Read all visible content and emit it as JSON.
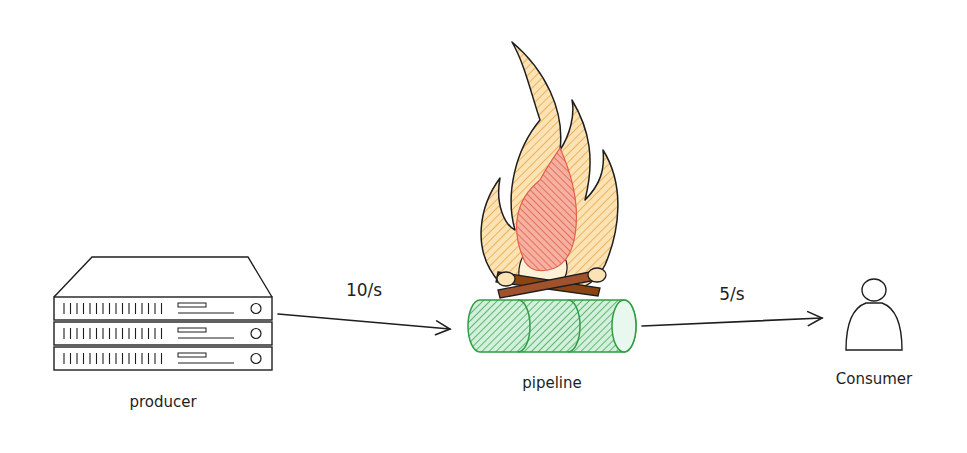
{
  "diagram": {
    "nodes": [
      {
        "text": [
          "producer"
        ]
      },
      {
        "text": [
          "pipeline"
        ]
      },
      {
        "text": [
          "Consumer"
        ]
      }
    ],
    "edges": [
      {
        "from": 0,
        "to": 1,
        "label": "10/s",
        "arrow": "to"
      },
      {
        "from": 1,
        "to": 2,
        "label": "5/s",
        "arrow": "to"
      }
    ]
  }
}
